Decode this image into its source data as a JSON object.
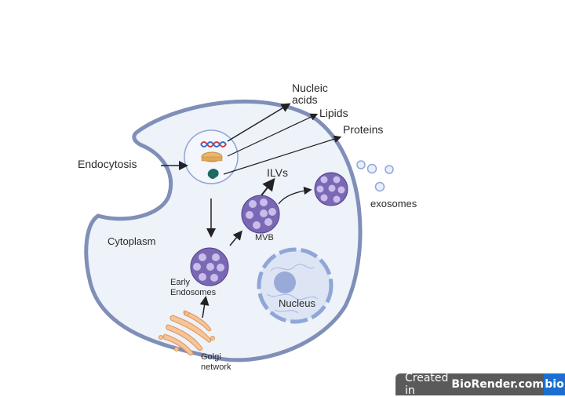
{
  "diagram": {
    "title": "Exosome biogenesis in a cell",
    "labels": {
      "nucleic_acids_line1": "Nucleic",
      "nucleic_acids_line2": "acids",
      "lipids": "Lipids",
      "proteins": "Proteins",
      "endocytosis": "Endocytosis",
      "ilvs": "ILVs",
      "exosomes": "exosomes",
      "mvb": "MVB",
      "cytoplasm": "Cytoplasm",
      "early_endosomes_line1": "Early",
      "early_endosomes_line2": "Endosomes",
      "nucleus": "Nucleus",
      "golgi_line1": "Golgi",
      "golgi_line2": "network"
    },
    "colors": {
      "membrane": "#7f8fb8",
      "cytoplasm_fill": "#eef2f9",
      "vesicle_fill": "#7a68b5",
      "vesicle_inner": "#c9bdea",
      "golgi": "#f0b07a",
      "nucleus": "#9aaad8",
      "arrow": "#222222"
    }
  },
  "watermark": {
    "prefix": "Created in",
    "brand": "BioRender.com",
    "logo": "bio"
  }
}
